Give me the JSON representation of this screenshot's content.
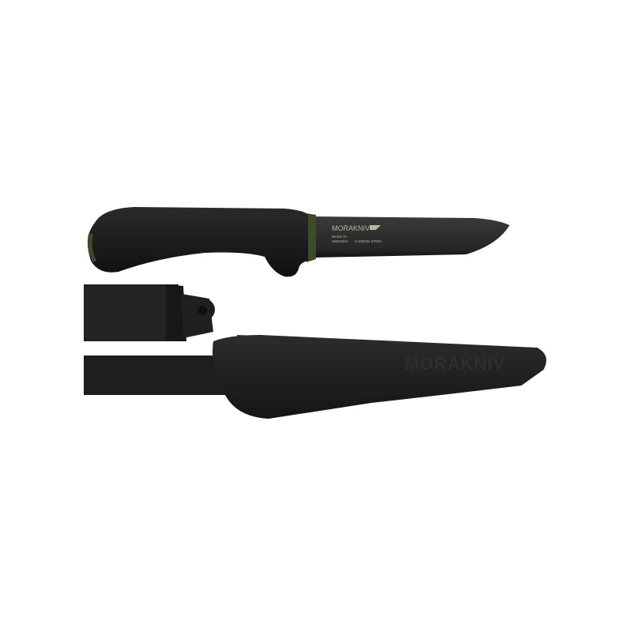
{
  "product": {
    "blade_logo": "MORAKNIV",
    "blade_origin_line1": "MADE IN",
    "blade_origin_line2": "SWEDEN",
    "blade_steel": "CARBON STEEL",
    "sheath_logo": "MORAKNIV"
  },
  "colors": {
    "background": "#ffffff",
    "knife_black": "#1c1c1c",
    "handle_accent": "#3d4a2c"
  }
}
